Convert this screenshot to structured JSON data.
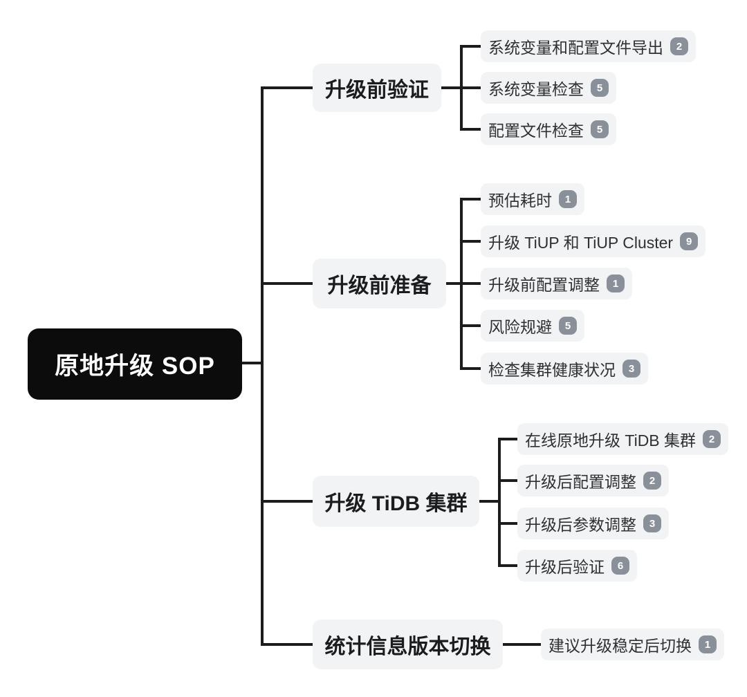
{
  "colors": {
    "background": "#ffffff",
    "root_bg": "#0c0c0d",
    "root_text": "#ffffff",
    "node_bg": "#f2f3f5",
    "node_text": "#2f3033",
    "badge_bg": "#8a909a",
    "badge_text": "#ffffff",
    "line": "#1c1c1e"
  },
  "tree": {
    "root": {
      "label": "原地升级 SOP"
    },
    "branches": [
      {
        "label": "升级前验证",
        "children": [
          {
            "label": "系统变量和配置文件导出",
            "badge": "2"
          },
          {
            "label": "系统变量检查",
            "badge": "5"
          },
          {
            "label": "配置文件检查",
            "badge": "5"
          }
        ]
      },
      {
        "label": "升级前准备",
        "children": [
          {
            "label": "预估耗时",
            "badge": "1"
          },
          {
            "label": "升级 TiUP 和 TiUP Cluster",
            "badge": "9"
          },
          {
            "label": "升级前配置调整",
            "badge": "1"
          },
          {
            "label": "风险规避",
            "badge": "5"
          },
          {
            "label": "检查集群健康状况",
            "badge": "3"
          }
        ]
      },
      {
        "label": "升级 TiDB 集群",
        "children": [
          {
            "label": "在线原地升级 TiDB 集群",
            "badge": "2"
          },
          {
            "label": "升级后配置调整",
            "badge": "2"
          },
          {
            "label": "升级后参数调整",
            "badge": "3"
          },
          {
            "label": "升级后验证",
            "badge": "6"
          }
        ]
      },
      {
        "label": "统计信息版本切换",
        "children": [
          {
            "label": "建议升级稳定后切换",
            "badge": "1"
          }
        ]
      }
    ]
  }
}
